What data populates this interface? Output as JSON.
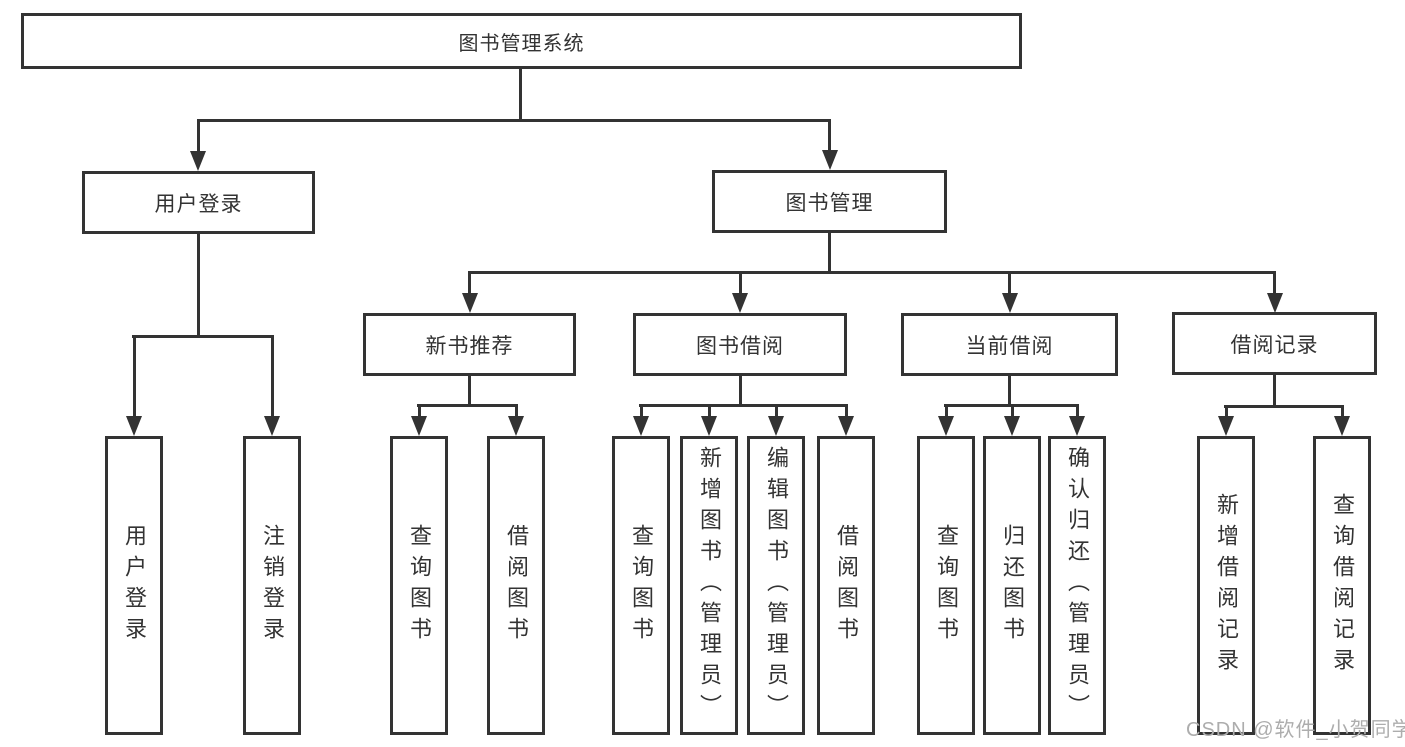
{
  "diagram": {
    "title": "图书管理系统",
    "nodes": {
      "root": {
        "label": "图书管理系统"
      },
      "user_login": {
        "label": "用户登录"
      },
      "book_mgmt": {
        "label": "图书管理"
      },
      "new_book_rec": {
        "label": "新书推荐"
      },
      "book_borrow": {
        "label": "图书借阅"
      },
      "current_borrow": {
        "label": "当前借阅"
      },
      "borrow_records": {
        "label": "借阅记录"
      },
      "leaf_user_login": {
        "label": "用户登录"
      },
      "leaf_logout": {
        "label": "注销登录"
      },
      "leaf_query_book_1": {
        "label": "查询图书"
      },
      "leaf_borrow_book_1": {
        "label": "借阅图书"
      },
      "leaf_query_book_2": {
        "label": "查询图书"
      },
      "leaf_add_book": {
        "label": "新增图书（管理员）"
      },
      "leaf_edit_book": {
        "label": "编辑图书（管理员）"
      },
      "leaf_borrow_book_2": {
        "label": "借阅图书"
      },
      "leaf_query_book_3": {
        "label": "查询图书"
      },
      "leaf_return_book": {
        "label": "归还图书"
      },
      "leaf_confirm_return": {
        "label": "确认归还（管理员）"
      },
      "leaf_add_record": {
        "label": "新增借阅记录"
      },
      "leaf_query_record": {
        "label": "查询借阅记录"
      }
    }
  },
  "watermark": {
    "text": "CSDN @软件_小贺同学"
  },
  "colors": {
    "line": "#333333",
    "box_background": "#ffffff",
    "text": "#333333",
    "watermark": "#adadad"
  }
}
